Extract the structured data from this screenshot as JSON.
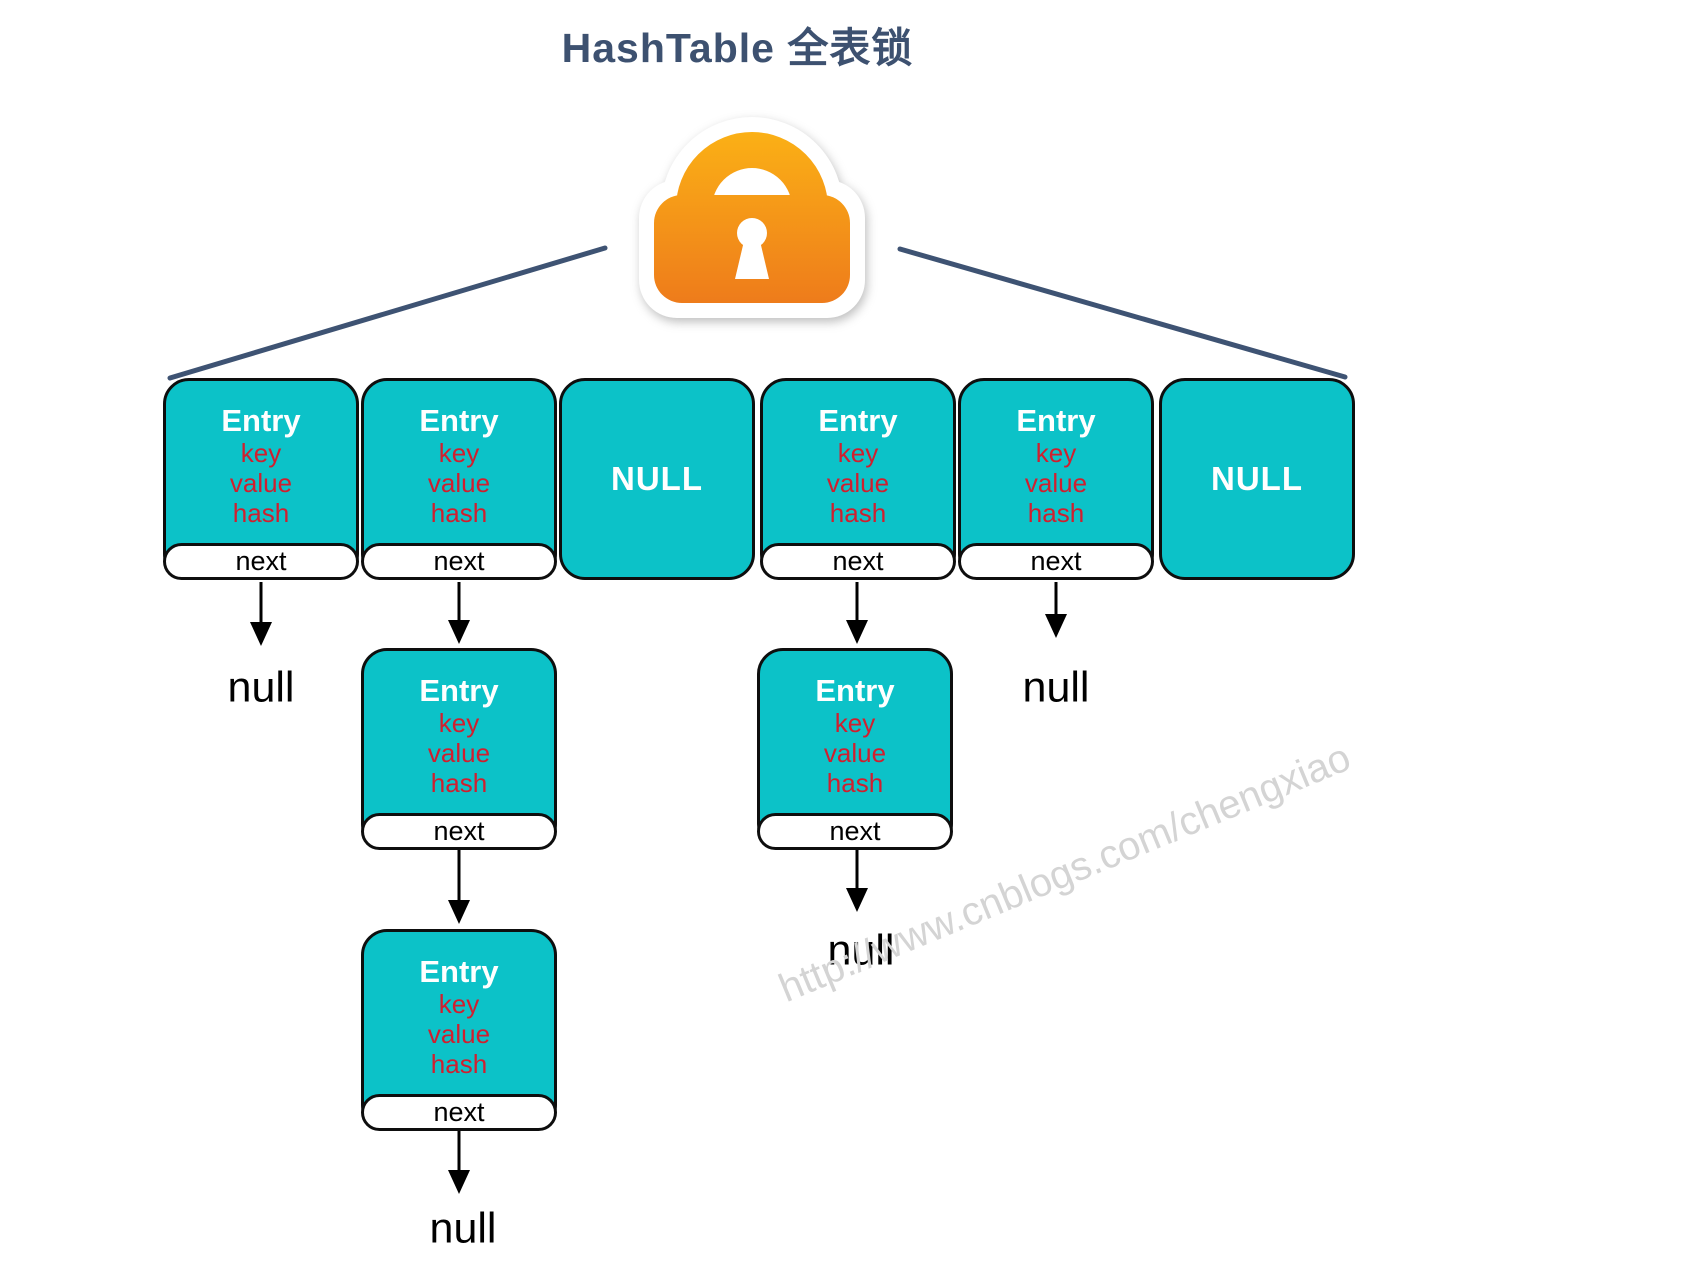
{
  "title": "HashTable 全表锁",
  "icons": {
    "lock": "padlock-icon"
  },
  "labels": {
    "entry": "Entry",
    "key": "key",
    "value": "value",
    "hash": "hash",
    "next": "next",
    "null_box": "NULL",
    "null_ref": "null"
  },
  "watermark": "http://www.cnblogs.com/chengxiao",
  "colors": {
    "bucket_fill": "#0cc2c8",
    "field_text": "#d01f2f",
    "title_text": "#3d5170",
    "lock_line": "#3e5373",
    "lock_gradient_top": "#fdb915",
    "lock_gradient_bottom": "#ee7b1b",
    "watermark_text": "#d4d4d4"
  },
  "table": {
    "description": "HashTable full-table lock diagram: one lock guards all buckets",
    "buckets": [
      {
        "index": 0,
        "type": "entry",
        "chain": [
          "null"
        ]
      },
      {
        "index": 1,
        "type": "entry",
        "chain": [
          "entry",
          "entry",
          "null"
        ]
      },
      {
        "index": 2,
        "type": "null",
        "chain": []
      },
      {
        "index": 3,
        "type": "entry",
        "chain": [
          "entry",
          "null"
        ]
      },
      {
        "index": 4,
        "type": "entry",
        "chain": [
          "null"
        ]
      },
      {
        "index": 5,
        "type": "null",
        "chain": []
      }
    ]
  }
}
